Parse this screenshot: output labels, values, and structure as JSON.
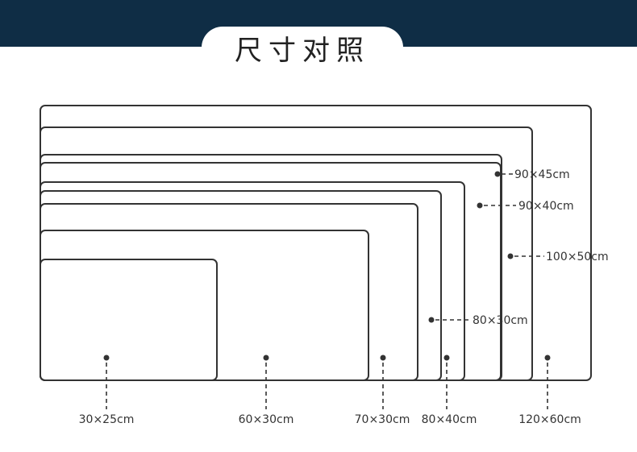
{
  "title": "尺寸对照",
  "colors": {
    "header_bar": "#0f2d45",
    "outline": "#333333",
    "marker": "#333333",
    "text": "#222222"
  },
  "sizes": [
    {
      "id": "30x25",
      "label": "30×25cm",
      "width_cm": 30,
      "height_cm": 25
    },
    {
      "id": "60x30",
      "label": "60×30cm",
      "width_cm": 60,
      "height_cm": 30
    },
    {
      "id": "70x30",
      "label": "70×30cm",
      "width_cm": 70,
      "height_cm": 30
    },
    {
      "id": "80x30",
      "label": "80×30cm",
      "width_cm": 80,
      "height_cm": 30
    },
    {
      "id": "80x40",
      "label": "80×40cm",
      "width_cm": 80,
      "height_cm": 40
    },
    {
      "id": "90x40",
      "label": "90×40cm",
      "width_cm": 90,
      "height_cm": 40
    },
    {
      "id": "90x45",
      "label": "90×45cm",
      "width_cm": 90,
      "height_cm": 45
    },
    {
      "id": "100x50",
      "label": "100×50cm",
      "width_cm": 100,
      "height_cm": 50
    },
    {
      "id": "120x60",
      "label": "120×60cm",
      "width_cm": 120,
      "height_cm": 60
    }
  ]
}
